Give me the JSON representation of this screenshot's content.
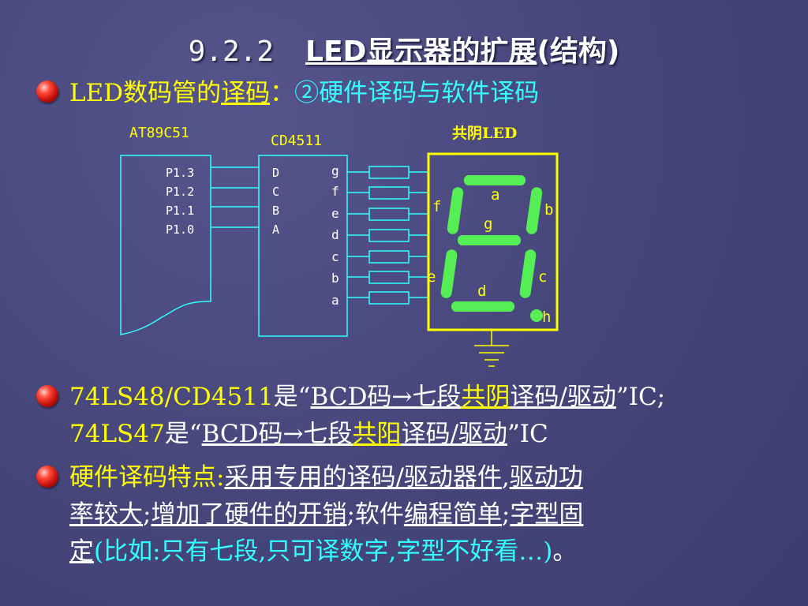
{
  "title": {
    "number": "9.2.2",
    "main": "LED显示器的扩展",
    "paren": "(结构)"
  },
  "bullet1": {
    "prefix": "LED数码管的",
    "underlined": "译码",
    "colon": "：",
    "cyan": "②硬件译码与软件译码"
  },
  "diagram": {
    "mcu_label": "AT89C51",
    "mcu_pins": [
      "P1.3",
      "P1.2",
      "P1.1",
      "P1.0"
    ],
    "decoder_label": "CD4511",
    "decoder_inputs": [
      "D",
      "C",
      "B",
      "A"
    ],
    "decoder_outputs": [
      "g",
      "f",
      "e",
      "d",
      "c",
      "b",
      "a"
    ],
    "display_label": "共阴LED",
    "segment_labels": {
      "a": "a",
      "b": "b",
      "c": "c",
      "d": "d",
      "e": "e",
      "f": "f",
      "g": "g",
      "h": "h"
    },
    "colors": {
      "wire": "#33ffff",
      "segment": "#55ee55",
      "frame": "#ffff00",
      "label": "#ffff00"
    }
  },
  "bullet2": {
    "line1": {
      "a": "74LS48/CD4511",
      "b": "是“",
      "c": "BCD码→七段",
      "d": "共阴",
      "e": "译码/驱动",
      "f": "”IC;"
    },
    "line2": {
      "a": "74LS47",
      "b": "是“",
      "c": "BCD码→七段",
      "d": "共阳",
      "e": "译码/驱动",
      "f": "”IC"
    }
  },
  "bullet3": {
    "line1": {
      "a": "硬件译码特点:",
      "b": "采用专用的译码/驱动器件",
      "c": ",",
      "d": "驱动功"
    },
    "line2": {
      "a": "率较大",
      "b": ";",
      "c": "增加了硬件的开销",
      "d": ";软件",
      "e": "编程简单",
      "f": ";",
      "g": "字型固"
    },
    "line3": {
      "a": "定",
      "b": "(比如:只有七段,只可译数字,字型不好看…)",
      "c": "。"
    }
  }
}
